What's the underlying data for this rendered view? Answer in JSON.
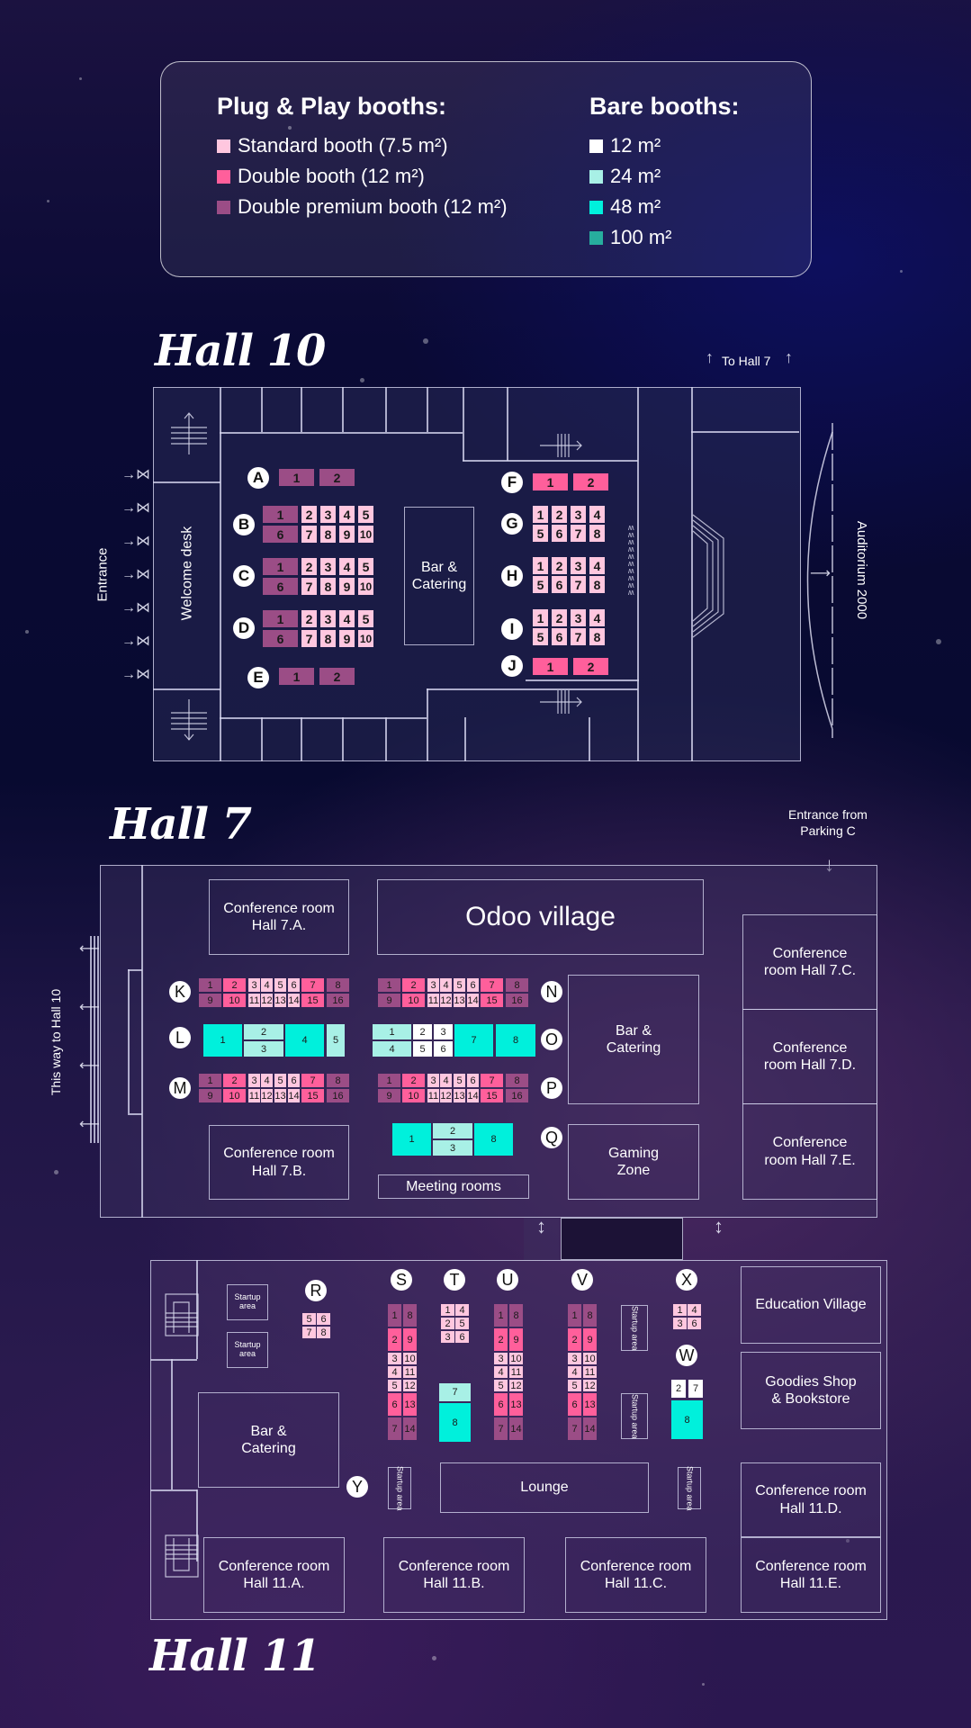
{
  "legend": {
    "plug_play_title": "Plug & Play booths:",
    "plug_play_items": [
      {
        "label": "Standard booth (7.5 m²)",
        "color": "#ffc7df"
      },
      {
        "label": "Double booth (12 m²)",
        "color": "#ff5f9b"
      },
      {
        "label": "Double premium booth (12 m²)",
        "color": "#9b4d86"
      }
    ],
    "bare_title": "Bare booths:",
    "bare_items": [
      {
        "label": "12 m²",
        "color": "#ffffff"
      },
      {
        "label": "24 m²",
        "color": "#a8f0e6"
      },
      {
        "label": "48 m²",
        "color": "#00f0dc"
      },
      {
        "label": "100 m²",
        "color": "#27ae9e"
      }
    ]
  },
  "hall10": {
    "title": "Hall 10",
    "entrance_label": "Entrance",
    "welcome_desk_label": "Welcome desk",
    "bar_label": "Bar & Catering",
    "to_hall7_label": "To Hall 7",
    "auditorium_label": "Auditorium 2000",
    "rows": {
      "A": [
        "1",
        "2"
      ],
      "B": [
        "1",
        "2",
        "3",
        "4",
        "5",
        "6",
        "7",
        "8",
        "9",
        "10"
      ],
      "C": [
        "1",
        "2",
        "3",
        "4",
        "5",
        "6",
        "7",
        "8",
        "9",
        "10"
      ],
      "D": [
        "1",
        "2",
        "3",
        "4",
        "5",
        "6",
        "7",
        "8",
        "9",
        "10"
      ],
      "E": [
        "1",
        "2"
      ],
      "F": [
        "1",
        "2"
      ],
      "G": [
        "1",
        "2",
        "3",
        "4",
        "5",
        "6",
        "7",
        "8"
      ],
      "H": [
        "1",
        "2",
        "3",
        "4",
        "5",
        "6",
        "7",
        "8"
      ],
      "I": [
        "1",
        "2",
        "3",
        "4",
        "5",
        "6",
        "7",
        "8"
      ],
      "J": [
        "1",
        "2"
      ]
    }
  },
  "hall7": {
    "title": "Hall 7",
    "parking_label": "Entrance from Parking C",
    "to_hall10_label": "This way to Hall 10",
    "conf_7a": "Conference room Hall 7.A.",
    "conf_7b": "Conference room Hall 7.B.",
    "conf_7c": "Conference room Hall 7.C.",
    "conf_7d": "Conference room Hall 7.D.",
    "conf_7e": "Conference room Hall 7.E.",
    "odoo_village": "Odoo village",
    "bar_label": "Bar & Catering",
    "gaming_label": "Gaming Zone",
    "meeting_label": "Meeting rooms",
    "rows": {
      "K": [
        "1",
        "2",
        "3",
        "4",
        "5",
        "6",
        "7",
        "8",
        "9",
        "10",
        "11",
        "12",
        "13",
        "14",
        "15",
        "16"
      ],
      "N": [
        "1",
        "2",
        "3",
        "4",
        "5",
        "6",
        "7",
        "8",
        "9",
        "10",
        "11",
        "12",
        "13",
        "14",
        "15",
        "16"
      ],
      "M": [
        "1",
        "2",
        "3",
        "4",
        "5",
        "6",
        "7",
        "8",
        "9",
        "10",
        "11",
        "12",
        "13",
        "14",
        "15",
        "16"
      ],
      "P": [
        "1",
        "2",
        "3",
        "4",
        "5",
        "6",
        "7",
        "8",
        "9",
        "10",
        "11",
        "12",
        "13",
        "14",
        "15",
        "16"
      ],
      "L": [
        "1",
        "2",
        "3",
        "4",
        "5"
      ],
      "O": [
        "1",
        "2",
        "3",
        "4",
        "5",
        "6",
        "7",
        "8"
      ],
      "Q": [
        "1",
        "2",
        "3",
        "8"
      ]
    }
  },
  "hall11": {
    "title": "Hall 11",
    "startup_label": "Startup area",
    "bar_label": "Bar & Catering",
    "lounge_label": "Lounge",
    "education_label": "Education Village",
    "goodies_label": "Goodies Shop & Bookstore",
    "conf_11a": "Conference room Hall 11.A.",
    "conf_11b": "Conference room Hall 11.B.",
    "conf_11c": "Conference room Hall 11.C.",
    "conf_11d": "Conference room Hall 11.D.",
    "conf_11e": "Conference room Hall 11.E.",
    "rows": {
      "R": [
        "5",
        "6",
        "7",
        "8"
      ],
      "S": [
        "1",
        "8",
        "2",
        "9",
        "3",
        "10",
        "4",
        "11",
        "5",
        "12",
        "6",
        "13",
        "7",
        "14"
      ],
      "T": [
        "1",
        "4",
        "2",
        "5",
        "3",
        "6",
        "7",
        "8"
      ],
      "U": [
        "1",
        "8",
        "2",
        "9",
        "3",
        "10",
        "4",
        "11",
        "5",
        "12",
        "6",
        "13",
        "7",
        "14"
      ],
      "V": [
        "1",
        "8",
        "2",
        "9",
        "3",
        "10",
        "4",
        "11",
        "5",
        "12",
        "6",
        "13",
        "7",
        "14"
      ],
      "X": [
        "1",
        "4",
        "3",
        "6"
      ],
      "W": [
        "2",
        "7",
        "8"
      ],
      "Y": []
    }
  },
  "row_letters": [
    "A",
    "B",
    "C",
    "D",
    "E",
    "F",
    "G",
    "H",
    "I",
    "J",
    "K",
    "L",
    "M",
    "N",
    "O",
    "P",
    "Q",
    "R",
    "S",
    "T",
    "U",
    "V",
    "W",
    "X",
    "Y"
  ]
}
